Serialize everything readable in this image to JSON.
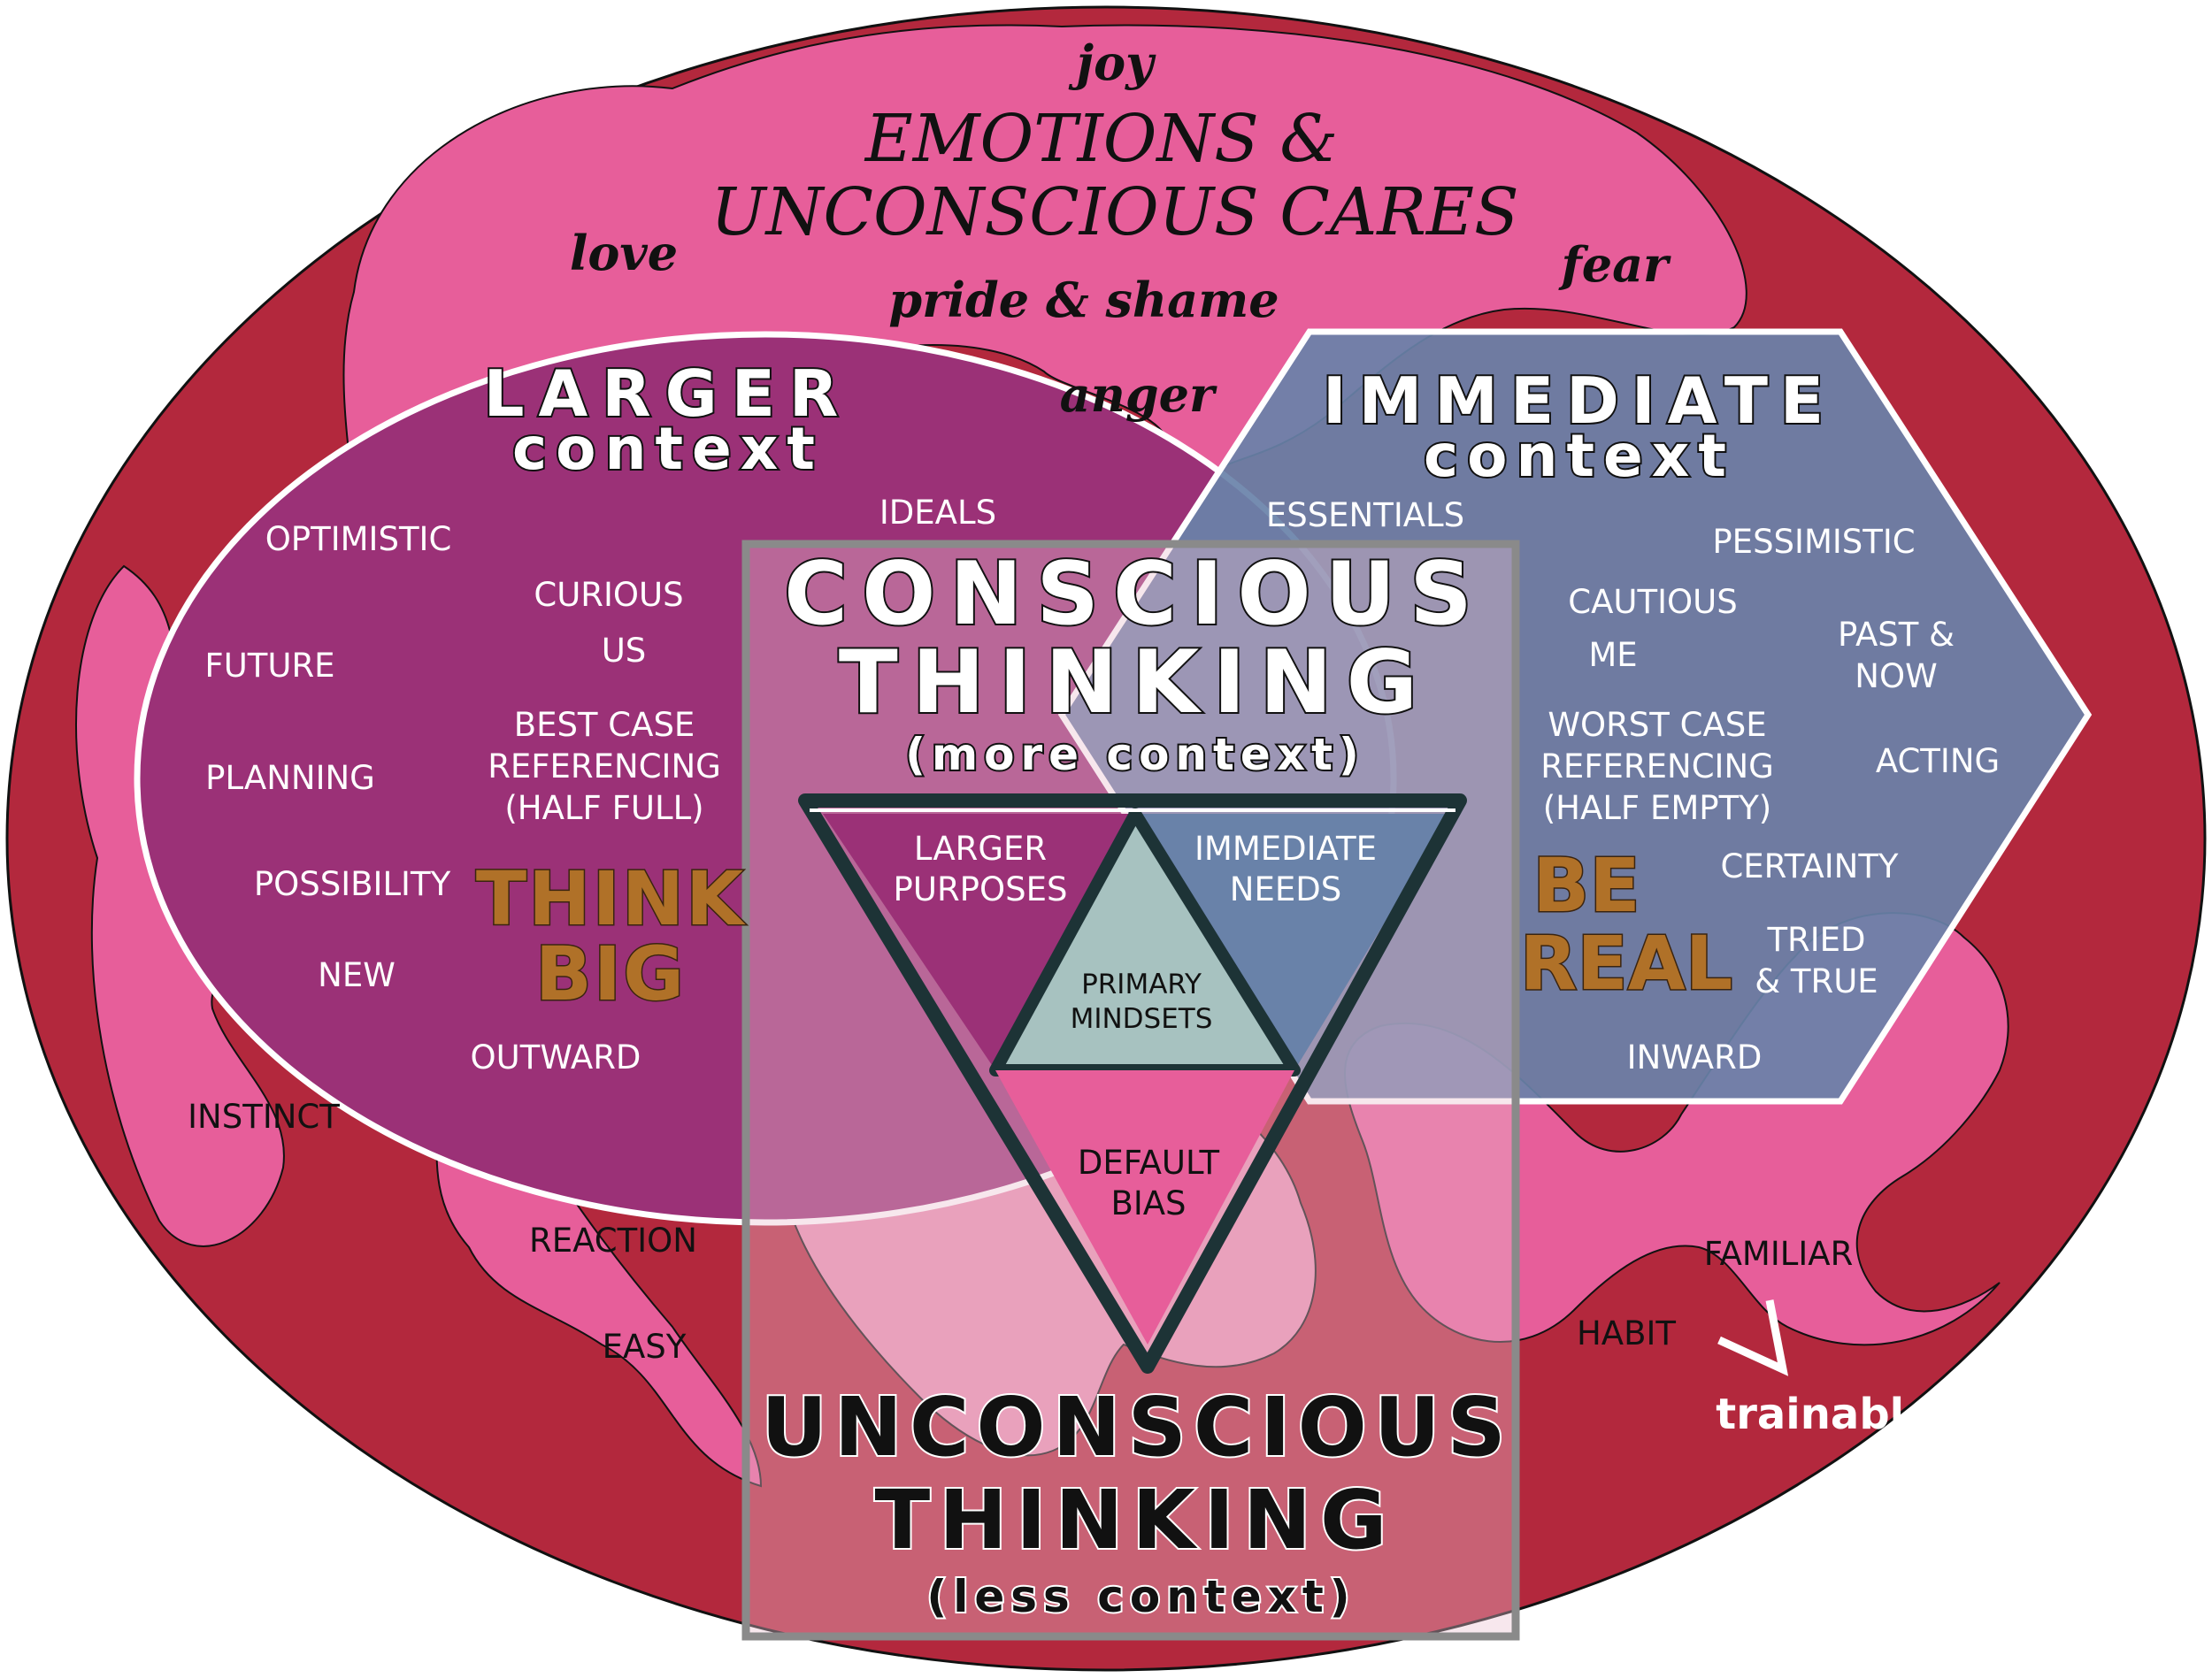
{
  "emotions": {
    "title_line1": "EMOTIONS &",
    "title_line2": "UNCONSCIOUS CARES",
    "joy": "joy",
    "love": "love",
    "fear": "fear",
    "pride_shame": "pride & shame",
    "anger": "anger"
  },
  "larger_context": {
    "title_line1": "LARGER",
    "title_line2": "context",
    "ideals": "IDEALS",
    "optimistic": "OPTIMISTIC",
    "curious": "CURIOUS",
    "us": "US",
    "future": "FUTURE",
    "best_case_line1": "BEST CASE",
    "best_case_line2": "REFERENCING",
    "best_case_line3": "(HALF FULL)",
    "planning": "PLANNING",
    "possibility": "POSSIBILITY",
    "new": "NEW",
    "outward": "OUTWARD",
    "slogan_line1": "THINK",
    "slogan_line2": "BIG"
  },
  "immediate_context": {
    "title_line1": "IMMEDIATE",
    "title_line2": "context",
    "essentials": "ESSENTIALS",
    "pessimistic": "PESSIMISTIC",
    "cautious": "CAUTIOUS",
    "me": "ME",
    "past_now_line1": "PAST &",
    "past_now_line2": "NOW",
    "worst_case_line1": "WORST CASE",
    "worst_case_line2": "REFERENCING",
    "worst_case_line3": "(HALF EMPTY)",
    "acting": "ACTING",
    "certainty": "CERTAINTY",
    "tried_true_line1": "TRIED",
    "tried_true_line2": "& TRUE",
    "inward": "INWARD",
    "slogan_line1": "BE",
    "slogan_line2": "REAL"
  },
  "conscious": {
    "title_line1": "CONSCIOUS",
    "title_line2": "THINKING",
    "subtitle": "(more context)"
  },
  "unconscious": {
    "title_line1": "UNCONSCIOUS",
    "title_line2": "THINKING",
    "subtitle": "(less context)"
  },
  "triangle": {
    "larger_purposes_line1": "LARGER",
    "larger_purposes_line2": "PURPOSES",
    "immediate_needs_line1": "IMMEDIATE",
    "immediate_needs_line2": "NEEDS",
    "primary_mindsets_line1": "PRIMARY",
    "primary_mindsets_line2": "MINDSETS",
    "default_bias_line1": "DEFAULT",
    "default_bias_line2": "BIAS"
  },
  "outer": {
    "instinct": "INSTINCT",
    "reaction": "REACTION",
    "easy": "EASY",
    "familiar": "FAMILIAR",
    "habit": "HABIT",
    "trainable": "trainable"
  },
  "colors": {
    "outer_red": "#b3283d",
    "pink": "#e75e9a",
    "light_pink": "#e98fb0",
    "purple": "#9b3177",
    "slate_blue": "#6982a9",
    "sage": "#a7c2c0",
    "dark_teal": "#1d3336",
    "gold": "#b07128"
  }
}
